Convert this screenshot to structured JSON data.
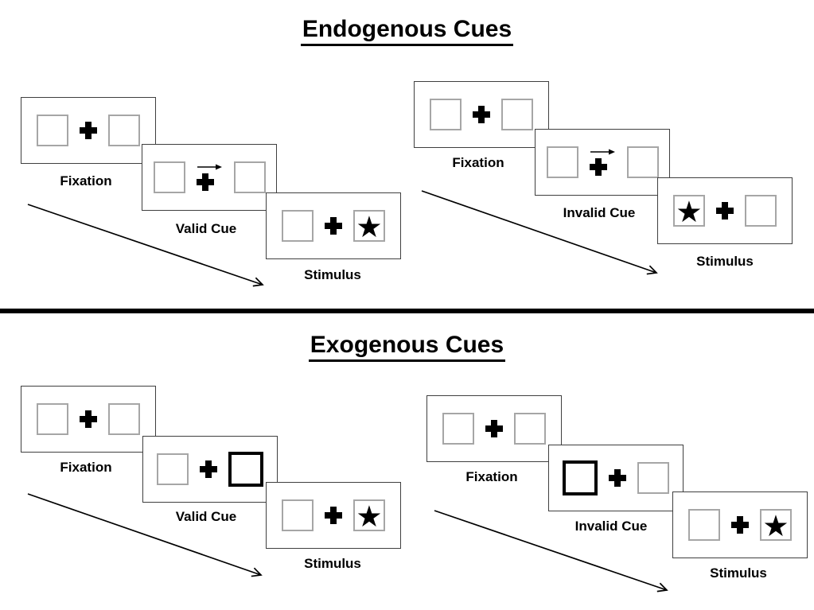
{
  "figure": {
    "type": "experimental-paradigm-diagram",
    "description_visible_text_only": true
  },
  "sections": [
    {
      "title": "Endogenous Cues",
      "groups": [
        {
          "name": "valid-trial",
          "panels": [
            {
              "label": "Fixation",
              "left_box": "empty",
              "right_box": "empty",
              "cue_arrow": false
            },
            {
              "label": "Valid Cue",
              "left_box": "empty",
              "right_box": "empty",
              "cue_arrow": true
            },
            {
              "label": "Stimulus",
              "left_box": "empty",
              "right_box": "star",
              "cue_arrow": false
            }
          ]
        },
        {
          "name": "invalid-trial",
          "panels": [
            {
              "label": "Fixation",
              "left_box": "empty",
              "right_box": "empty",
              "cue_arrow": false
            },
            {
              "label": "Invalid Cue",
              "left_box": "empty",
              "right_box": "empty",
              "cue_arrow": true
            },
            {
              "label": "Stimulus",
              "left_box": "star",
              "right_box": "empty",
              "cue_arrow": false
            }
          ]
        }
      ]
    },
    {
      "title": "Exogenous Cues",
      "groups": [
        {
          "name": "valid-trial",
          "panels": [
            {
              "label": "Fixation",
              "left_box": "empty",
              "right_box": "empty"
            },
            {
              "label": "Valid Cue",
              "left_box": "empty",
              "right_box": "bold-outline"
            },
            {
              "label": "Stimulus",
              "left_box": "empty",
              "right_box": "star"
            }
          ]
        },
        {
          "name": "invalid-trial",
          "panels": [
            {
              "label": "Fixation",
              "left_box": "empty",
              "right_box": "empty"
            },
            {
              "label": "Invalid Cue",
              "left_box": "bold-outline",
              "right_box": "empty"
            },
            {
              "label": "Stimulus",
              "left_box": "empty",
              "right_box": "star"
            }
          ]
        }
      ]
    }
  ],
  "icons": {
    "star": "★",
    "fixation_cross": "✚",
    "cue_arrow": "→",
    "timeline_arrow": "↘"
  },
  "colors": {
    "panel_border": "#3f3f3f",
    "box_border": "#a6a6a6",
    "bold_box_border": "#000000",
    "text": "#000000",
    "divider": "#000000",
    "background": "#ffffff"
  }
}
